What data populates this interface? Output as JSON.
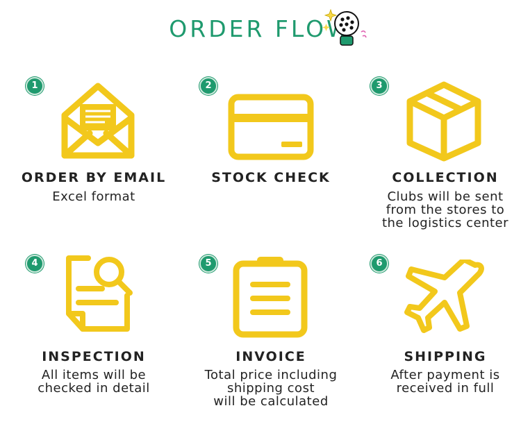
{
  "title": "ORDER FLOW",
  "colors": {
    "accent": "#1f9a6e",
    "icon": "#f2c81c"
  },
  "steps": [
    {
      "number": "1",
      "title": "ORDER BY EMAIL",
      "desc": "Excel format",
      "icon": "envelope-icon"
    },
    {
      "number": "2",
      "title": "STOCK CHECK",
      "desc": "",
      "icon": "card-icon"
    },
    {
      "number": "3",
      "title": "COLLECTION",
      "desc": "Clubs will be sent\nfrom the stores to\nthe logistics center",
      "icon": "box-icon"
    },
    {
      "number": "4",
      "title": "INSPECTION",
      "desc": "All items will be\nchecked in detail",
      "icon": "document-search-icon"
    },
    {
      "number": "5",
      "title": "INVOICE",
      "desc": "Total price including\nshipping cost\nwill be calculated",
      "icon": "clipboard-icon"
    },
    {
      "number": "6",
      "title": "SHIPPING",
      "desc": "After payment is\nreceived in full",
      "icon": "airplane-icon"
    }
  ]
}
